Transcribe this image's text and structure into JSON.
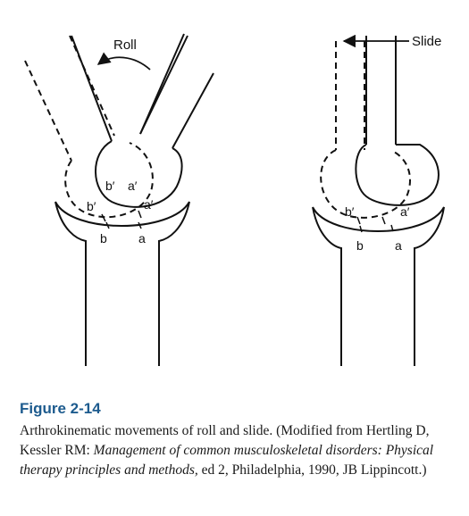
{
  "diagram": {
    "left_panel": {
      "arrow_label": "Roll",
      "labels": {
        "b_prime_upper": "b′",
        "a_prime_upper": "a′",
        "b_prime_lower": "b′",
        "a_prime_lower": "a′",
        "b": "b",
        "a": "a"
      }
    },
    "right_panel": {
      "arrow_label": "Slide",
      "labels": {
        "b_prime": "b′",
        "a_prime": "a′",
        "b": "b",
        "a": "a"
      }
    }
  },
  "caption": {
    "title": "Figure 2-14",
    "text_start": "Arthrokinematic movements of roll and slide. (Modified from Hertling D, Kessler RM: ",
    "citation_title": "Management of common musculoskele­tal disorders: Physical therapy principles and methods,",
    "text_end": " ed 2, Philadelphia, 1990, JB Lippincott.)"
  },
  "colors": {
    "line": "#111111",
    "caption_title": "#1d5b8e"
  }
}
